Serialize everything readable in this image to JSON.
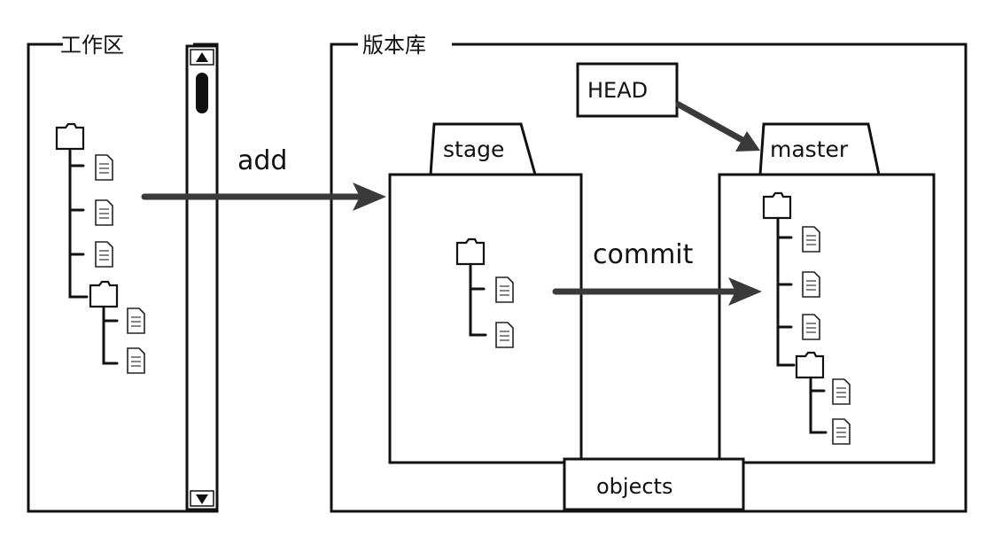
{
  "workspace": {
    "label": "工作区"
  },
  "repository": {
    "label": "版本库"
  },
  "arrows": {
    "add": "add",
    "commit": "commit"
  },
  "stage": {
    "label": "stage"
  },
  "master": {
    "label": "master"
  },
  "head": {
    "label": "HEAD"
  },
  "objects": {
    "label": "objects"
  }
}
